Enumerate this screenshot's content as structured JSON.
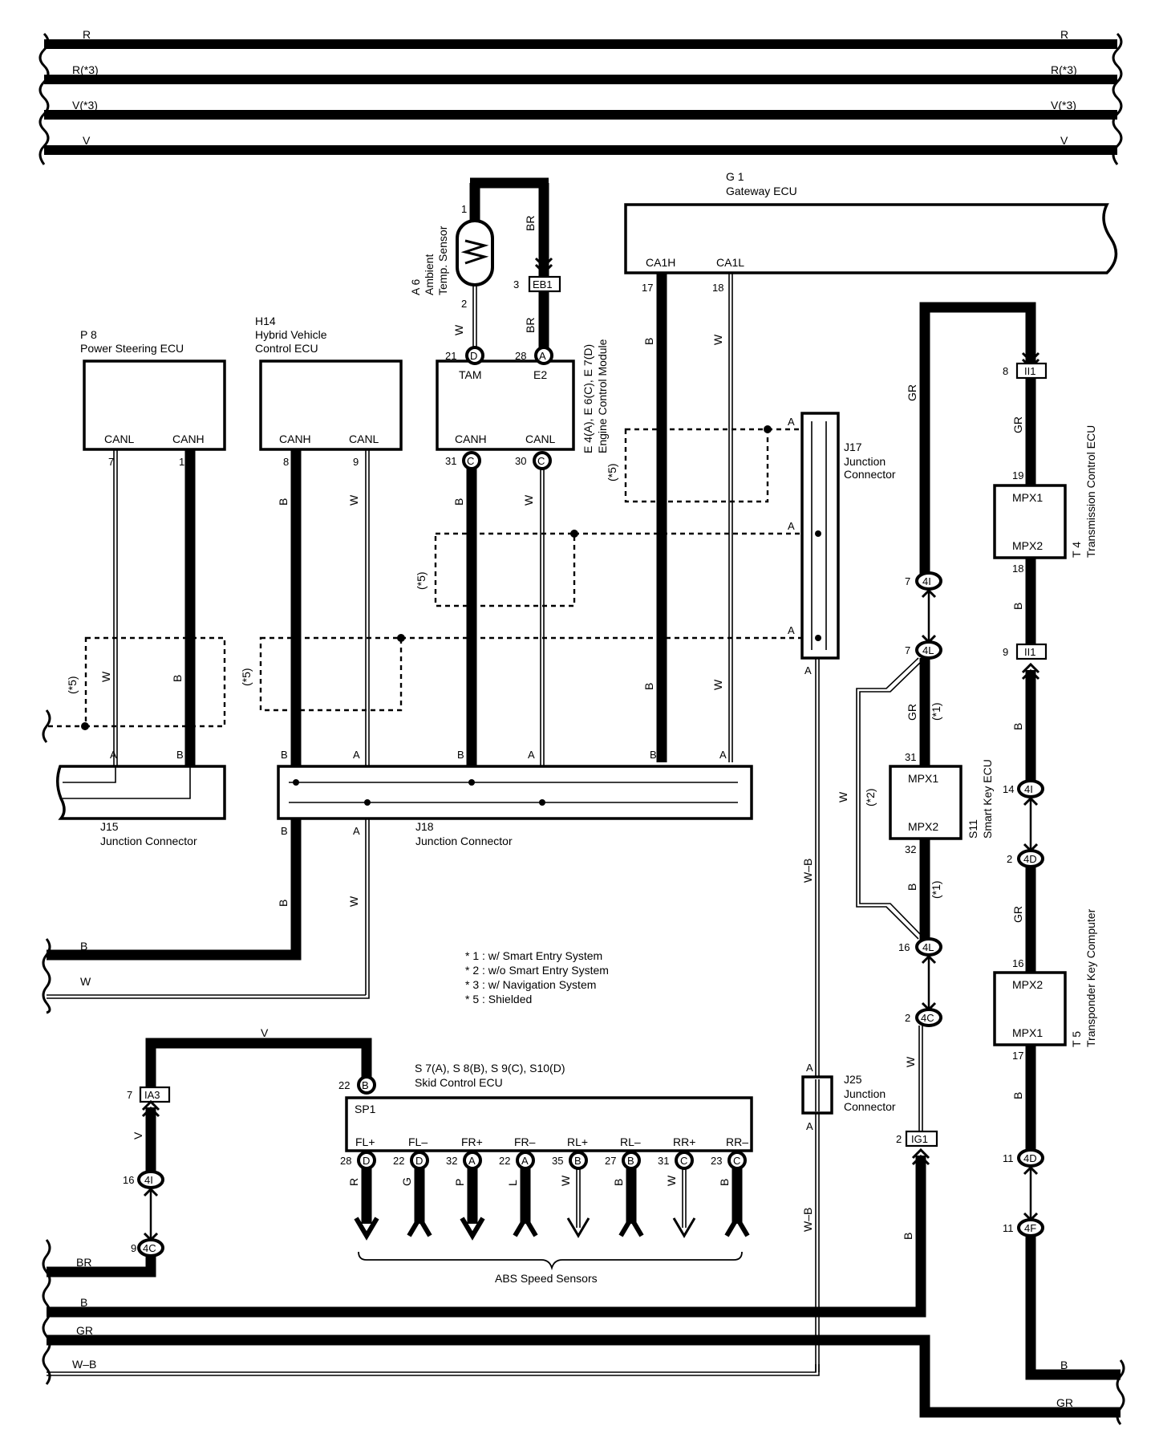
{
  "buses": {
    "top": [
      {
        "left": "R",
        "right": "R"
      },
      {
        "left": "R(*3)",
        "right": "R(*3)"
      },
      {
        "left": "V(*3)",
        "right": "V(*3)"
      },
      {
        "left": "V",
        "right": "V"
      }
    ],
    "bottom_left": [
      {
        "label": "B"
      },
      {
        "label": "W"
      }
    ],
    "bottom": [
      {
        "left": "BR"
      },
      {
        "left": "B"
      },
      {
        "left": "GR"
      },
      {
        "left": "W–B"
      },
      {
        "right": "B"
      },
      {
        "right": "GR"
      }
    ]
  },
  "components": {
    "gateway": {
      "id": "G 1",
      "name": "Gateway ECU",
      "pins": [
        "CA1H",
        "CA1L"
      ],
      "nums": [
        "17",
        "18"
      ]
    },
    "ambient": {
      "id": "A 6",
      "name1": "Ambient",
      "name2": "Temp. Sensor",
      "pin1": "1",
      "pin2": "2"
    },
    "eb1": {
      "num": "3",
      "label": "EB1"
    },
    "ecm": {
      "id": "E 4(A), E 6(C), E 7(D)",
      "name": "Engine Control Module",
      "pins": [
        "TAM",
        "E2",
        "CANH",
        "CANL"
      ],
      "nums": [
        "21",
        "28",
        "31",
        "30"
      ],
      "letters": [
        "D",
        "A",
        "C",
        "C"
      ]
    },
    "p8": {
      "id": "P 8",
      "name": "Power Steering ECU",
      "pins": [
        "CANL",
        "CANH"
      ],
      "nums": [
        "7",
        "1"
      ]
    },
    "h14": {
      "id": "H14",
      "name1": "Hybrid Vehicle",
      "name2": "Control ECU",
      "pins": [
        "CANH",
        "CANL"
      ],
      "nums": [
        "8",
        "9"
      ]
    },
    "j17": {
      "id": "J17",
      "name1": "Junction",
      "name2": "Connector",
      "pin": "A"
    },
    "j15": {
      "id": "J15",
      "name": "Junction Connector",
      "pins": [
        "A",
        "B"
      ]
    },
    "j18": {
      "id": "J18",
      "name": "Junction Connector",
      "pins": [
        "B",
        "A",
        "B",
        "A",
        "B",
        "A"
      ]
    },
    "j25": {
      "id": "J25",
      "name1": "Junction",
      "name2": "Connector",
      "pin": "A"
    },
    "t4": {
      "id": "T 4",
      "name": "Transmission Control ECU",
      "pins": [
        "MPX1",
        "MPX2"
      ],
      "nums": [
        "19",
        "18"
      ]
    },
    "s11": {
      "id": "S11",
      "name": "Smart Key ECU",
      "pins": [
        "MPX1",
        "MPX2"
      ],
      "nums": [
        "31",
        "32"
      ]
    },
    "t5": {
      "id": "T 5",
      "name": "Transponder Key Computer",
      "pins": [
        "MPX2",
        "MPX1"
      ],
      "nums": [
        "16",
        "17"
      ]
    },
    "skid": {
      "id": "S 7(A), S 8(B), S 9(C), S10(D)",
      "name": "Skid Control ECU",
      "top_pin": "SP1",
      "top_num": "22",
      "top_letter": "B",
      "pins": [
        "FL+",
        "FL–",
        "FR+",
        "FR–",
        "RL+",
        "RL–",
        "RR+",
        "RR–"
      ],
      "nums": [
        "28",
        "22",
        "32",
        "22",
        "35",
        "27",
        "31",
        "23"
      ],
      "letters": [
        "D",
        "D",
        "A",
        "A",
        "B",
        "B",
        "C",
        "C"
      ],
      "wires": [
        "R",
        "G",
        "P",
        "L",
        "W",
        "B",
        "W",
        "B"
      ],
      "sensors": "ABS Speed Sensors"
    }
  },
  "connectors": {
    "ii1_top": {
      "num": "8",
      "label": "II1"
    },
    "ii1_bot": {
      "num": "9",
      "label": "II1"
    },
    "c4i_a": {
      "num": "7",
      "label": "4I"
    },
    "c4l_a": {
      "num": "7",
      "label": "4L"
    },
    "c4i_b": {
      "num": "14",
      "label": "4I"
    },
    "c4d_a": {
      "num": "2",
      "label": "4D"
    },
    "c4l_b": {
      "num": "16",
      "label": "4L"
    },
    "c4c_a": {
      "num": "2",
      "label": "4C"
    },
    "ig1": {
      "num": "2",
      "label": "IG1"
    },
    "c4d_b": {
      "num": "11",
      "label": "4D"
    },
    "c4f": {
      "num": "11",
      "label": "4F"
    },
    "ia3": {
      "num": "7",
      "label": "IA3"
    },
    "c4i_c": {
      "num": "16",
      "label": "4I"
    },
    "c4c_b": {
      "num": "9",
      "label": "4C"
    }
  },
  "wire_colors": {
    "ambient_w": "W",
    "ambient_br": "BR",
    "ecm_br": "BR",
    "gw_b": "B",
    "gw_w": "W",
    "gw_b2": "B",
    "gw_w2": "W",
    "p8_w": "W",
    "p8_b": "B",
    "h14_b": "B",
    "h14_w": "W",
    "ecm_b": "B",
    "ecm_w": "W",
    "gr1": "GR",
    "gr2": "GR",
    "gr3": "GR",
    "gr4": "GR",
    "b1": "B",
    "b2": "B",
    "b3": "B",
    "b4": "B",
    "b5": "B",
    "w_sk": "W",
    "w_loop": "W",
    "wb1": "W–B",
    "wb2": "W–B",
    "j18_b": "B",
    "j18_w": "W",
    "v_top": "V",
    "v_left": "V",
    "b_ig": "B"
  },
  "shield": "(*5)",
  "notes": {
    "n1": "(*1)",
    "n2": "(*2)"
  },
  "legend": [
    "* 1 : w/ Smart Entry System",
    "* 2 : w/o Smart Entry System",
    "* 3 : w/ Navigation System",
    "* 5 : Shielded"
  ]
}
